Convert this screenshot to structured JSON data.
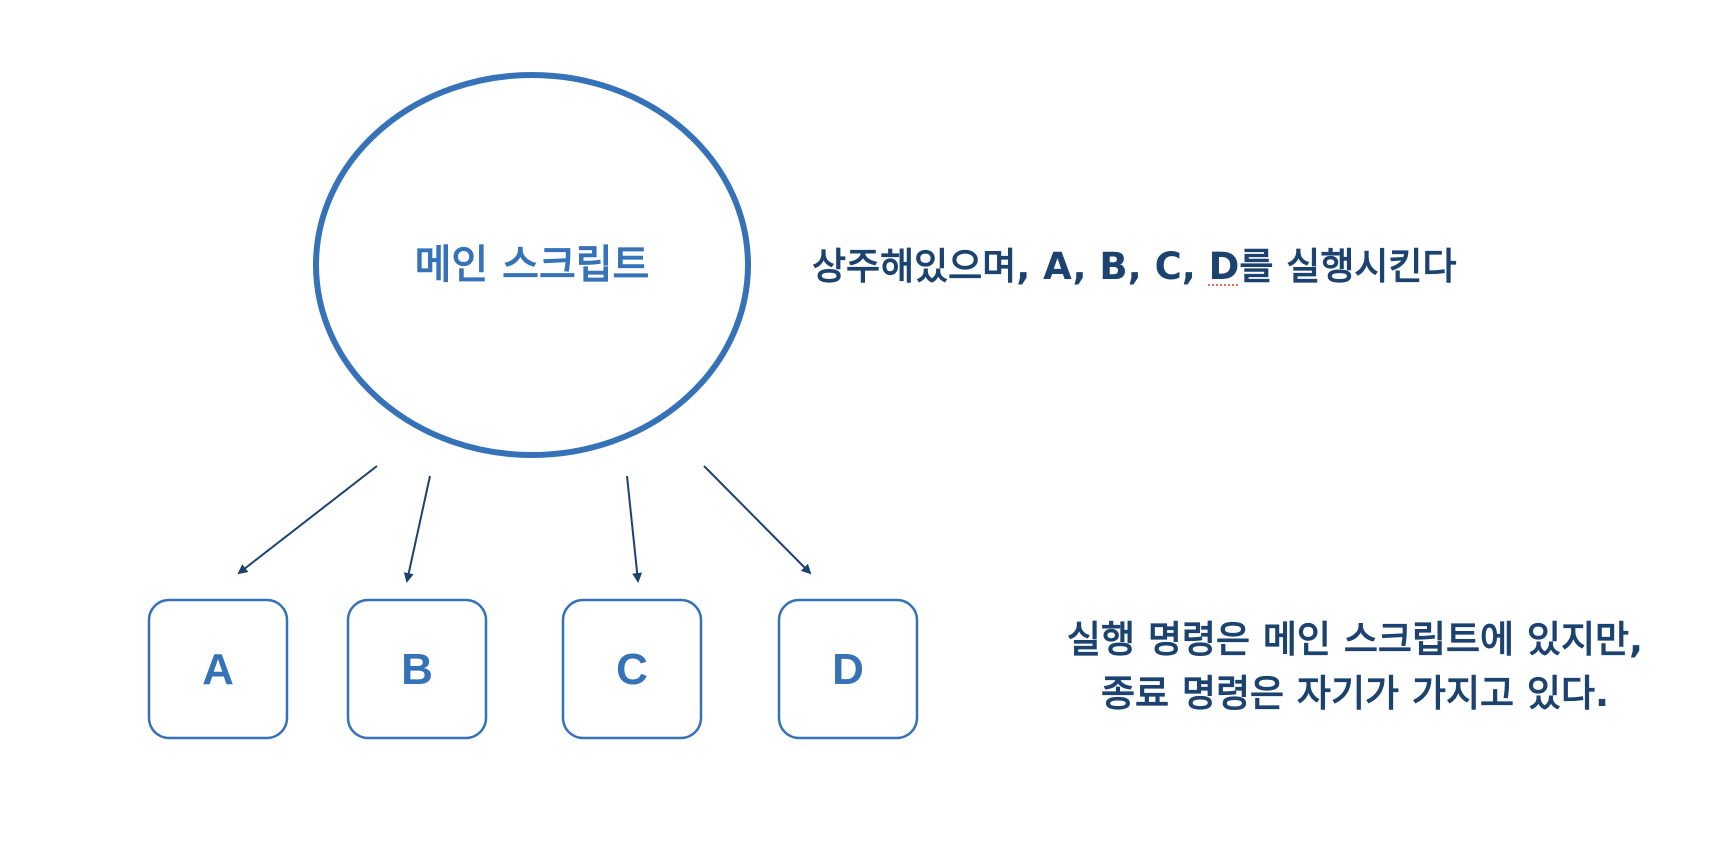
{
  "diagram": {
    "main_node": {
      "label": "메인 스크립트"
    },
    "child_nodes": [
      {
        "label": "A"
      },
      {
        "label": "B"
      },
      {
        "label": "C"
      },
      {
        "label": "D"
      }
    ],
    "annotation_top": "상주해있으며, A, B, C, D를 실행시킨다",
    "annotation_bottom": {
      "line1": "실행 명령은 메인 스크립트에 있지만,",
      "line2": "종료 명령은 자기가 가지고 있다."
    },
    "colors": {
      "node_stroke": "#3572b7",
      "node_text": "#3572b7",
      "arrow": "#1c4270",
      "annotation_text": "#1c4270"
    }
  }
}
